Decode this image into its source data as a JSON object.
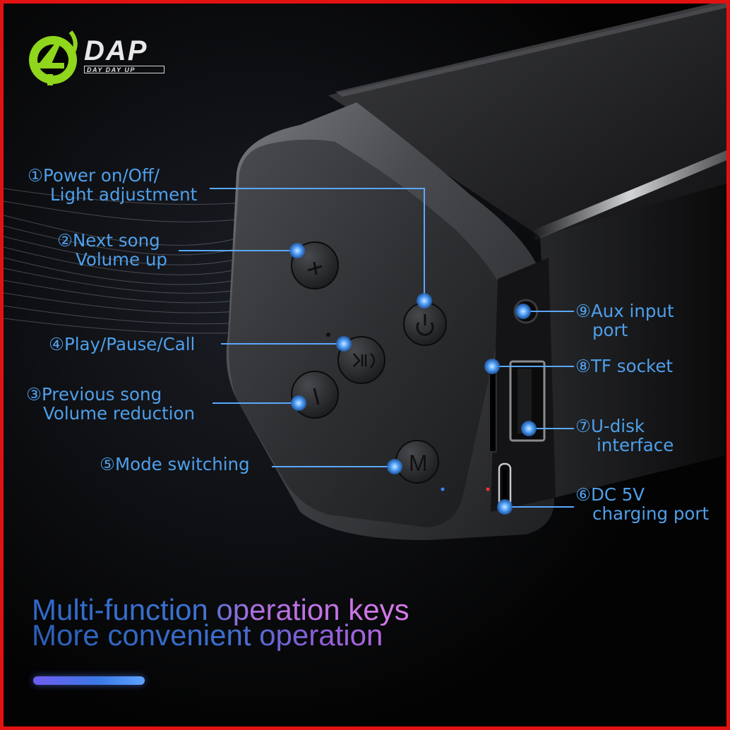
{
  "logo": {
    "name": "DAP",
    "tagline": "DAY DAY UP",
    "accent_color": "#8fd61c"
  },
  "callouts": [
    {
      "id": "power",
      "line1": "①Power on/Off/",
      "line2": "Light adjustment",
      "icon": "power-icon"
    },
    {
      "id": "next",
      "line1": "②Next song",
      "line2": "Volume up",
      "icon": "plus-icon"
    },
    {
      "id": "play",
      "line1": "④Play/Pause/Call",
      "icon": "play-pause-call-icon"
    },
    {
      "id": "prev",
      "line1": "③Previous song",
      "line2": "Volume reduction",
      "icon": "minus-icon"
    },
    {
      "id": "mode",
      "line1": "⑤Mode switching",
      "icon": "m-icon"
    },
    {
      "id": "aux",
      "line1": "⑨Aux input",
      "line2": "port",
      "icon": "aux-jack-icon"
    },
    {
      "id": "tf",
      "line1": "⑧TF socket",
      "icon": "tf-card-slot-icon"
    },
    {
      "id": "usb",
      "line1": "⑦U-disk",
      "line2": "interface",
      "icon": "usb-port-icon"
    },
    {
      "id": "dc",
      "line1": "⑥DC 5V",
      "line2": "charging port",
      "icon": "micro-usb-icon"
    }
  ],
  "headline": {
    "line1": "Multi-function operation keys",
    "line2": "More convenient operation"
  },
  "colors": {
    "callout_text": "#4f9fea",
    "callout_line": "#5aa8ff",
    "border": "#e31212"
  }
}
